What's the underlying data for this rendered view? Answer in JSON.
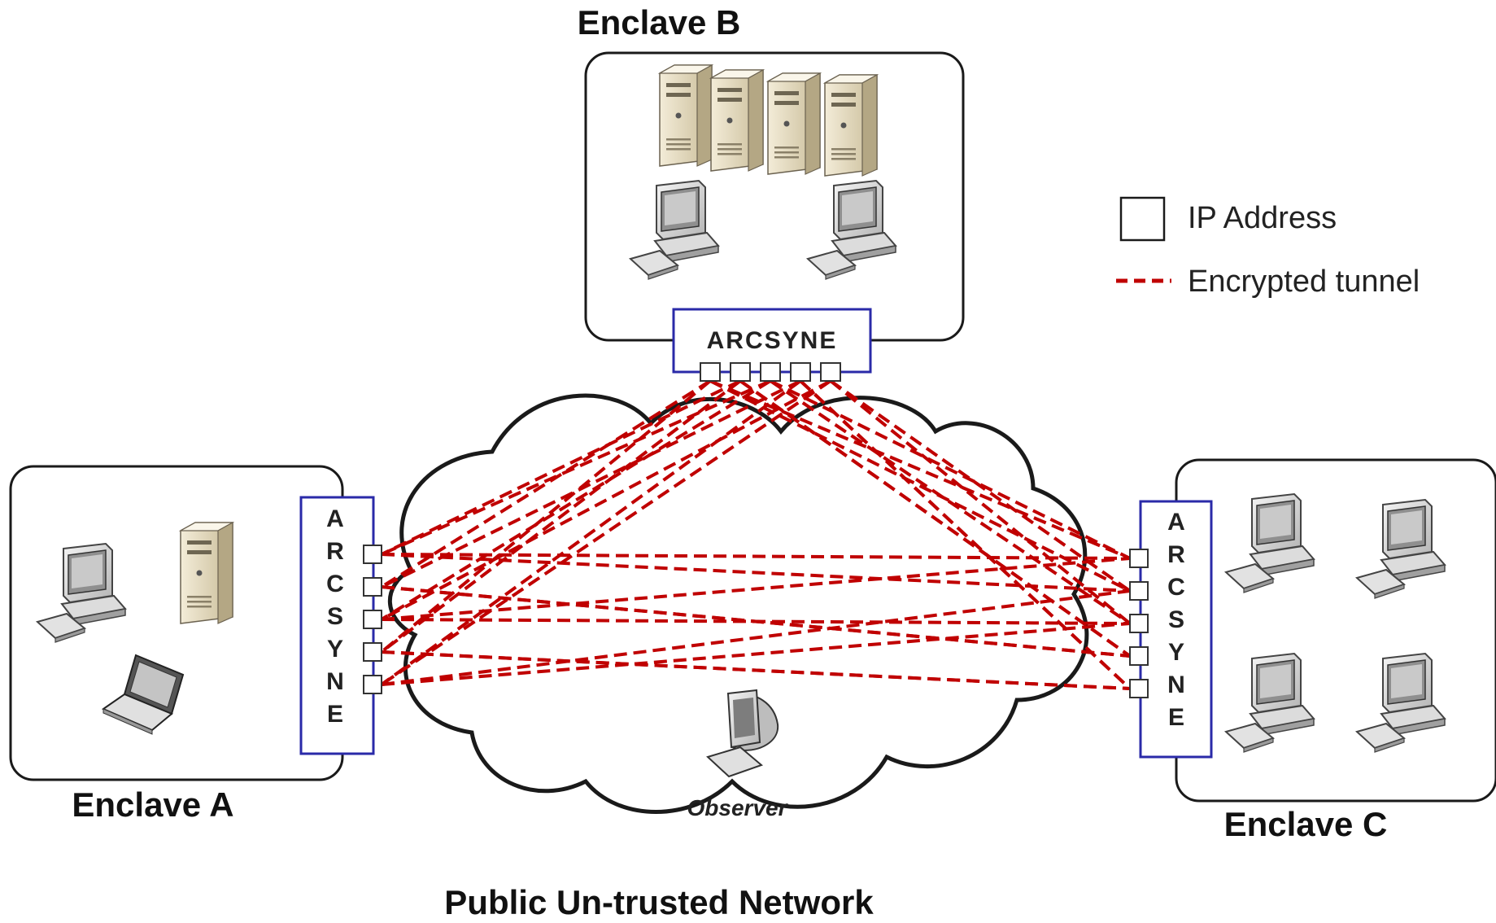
{
  "enclaves": {
    "a": {
      "title": "Enclave A"
    },
    "b": {
      "title": "Enclave B"
    },
    "c": {
      "title": "Enclave C"
    }
  },
  "gateway": {
    "label": "ARCSYNE",
    "letters": [
      "A",
      "R",
      "C",
      "S",
      "Y",
      "N",
      "E"
    ],
    "border_color": "#2a2aa8"
  },
  "network": {
    "label": "Public Un-trusted Network",
    "observer_label": "Observer"
  },
  "legend": {
    "ip_address": "IP Address",
    "encrypted_tunnel": "Encrypted tunnel"
  },
  "colors": {
    "tunnel": "#c00000",
    "server": "#e6dcc2",
    "monitor": "#d9d9d9"
  },
  "icons": {
    "enclave_a": [
      "desktop-computer-icon",
      "server-icon",
      "laptop-icon"
    ],
    "enclave_b": [
      "server-icon",
      "server-icon",
      "server-icon",
      "server-icon",
      "desktop-computer-icon",
      "desktop-computer-icon"
    ],
    "enclave_c": [
      "desktop-computer-icon",
      "desktop-computer-icon",
      "desktop-computer-icon",
      "desktop-computer-icon"
    ],
    "network": [
      "observer-computer-icon"
    ]
  }
}
